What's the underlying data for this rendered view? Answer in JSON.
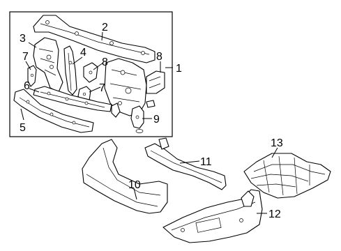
{
  "callouts": {
    "c1": "1",
    "c2": "2",
    "c3": "3",
    "c4": "4",
    "c5": "5",
    "c6": "6",
    "c7a": "7",
    "c7b": "7",
    "c8a": "8",
    "c8b": "8",
    "c9": "9",
    "c10": "10",
    "c11": "11",
    "c12": "12",
    "c13": "13"
  }
}
